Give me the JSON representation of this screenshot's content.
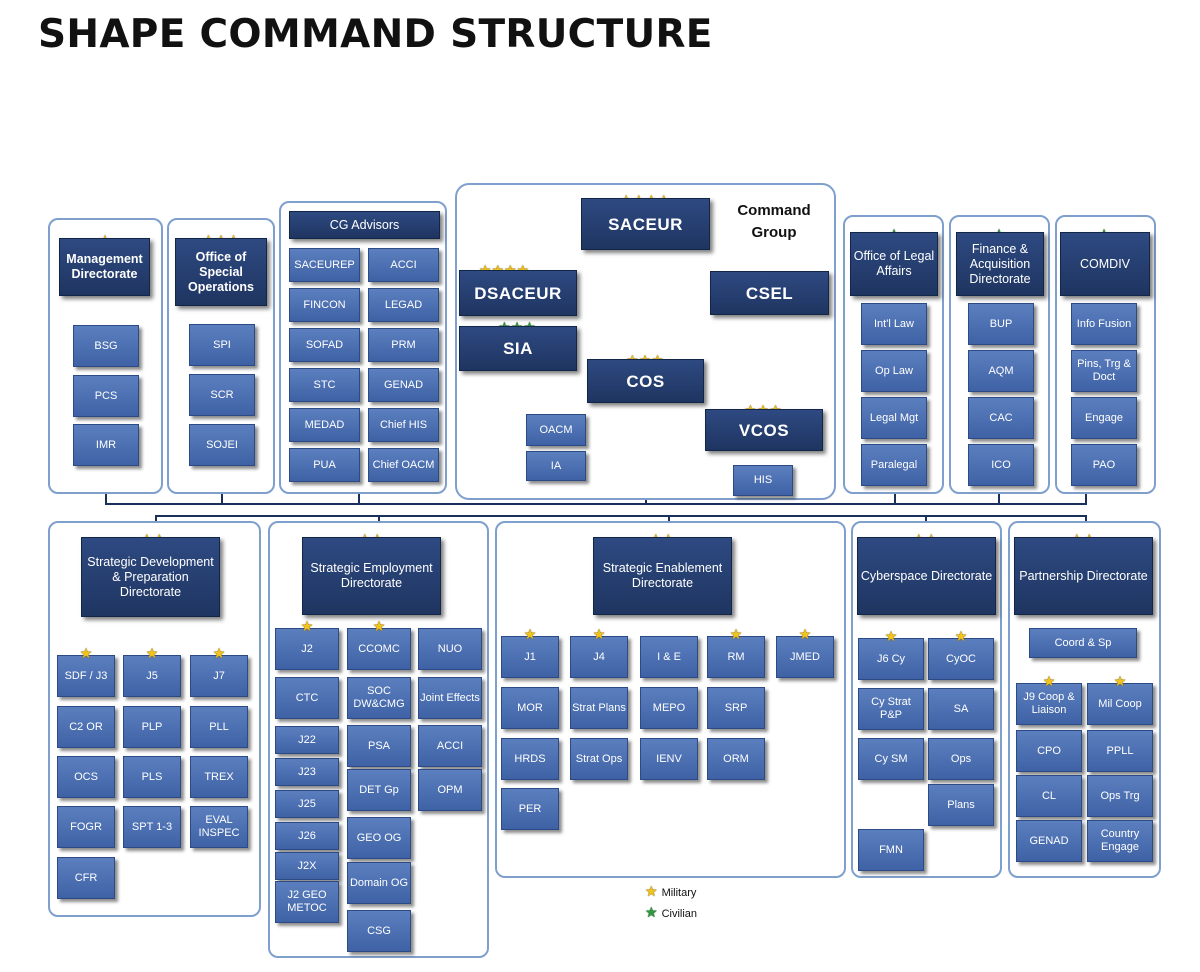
{
  "title": "SHAPE COMMAND STRUCTURE",
  "colors": {
    "military_star": "#f2c318",
    "civilian_star": "#2f9a3d",
    "box_fill": "#4a6fb1",
    "header_fill": "#26406f",
    "group_border": "#7f9fcd"
  },
  "legend": {
    "military": "Military",
    "civilian": "Civilian"
  },
  "top": {
    "management": {
      "title": "Management Directorate",
      "stars": "★",
      "units": [
        "BSG",
        "PCS",
        "IMR"
      ]
    },
    "special_ops": {
      "title": "Office of Special Operations",
      "stars": "★★★",
      "units": [
        "SPI",
        "SCR",
        "SOJEI"
      ]
    },
    "cg_advisors": {
      "title": "CG Advisors",
      "units": [
        "SACEUREP",
        "ACCI",
        "FINCON",
        "LEGAD",
        "SOFAD",
        "PRM",
        "STC",
        "GENAD",
        "MEDAD",
        "Chief HIS",
        "PUA",
        "Chief OACM"
      ]
    },
    "command_group": {
      "label": "Command Group",
      "saceur": "SACEUR",
      "saceur_stars": "★★★★",
      "dsaceur": "DSACEUR",
      "dsaceur_stars": "★★★★",
      "csel": "CSEL",
      "sia": "SIA",
      "sia_stars": "★★★",
      "cos": "COS",
      "cos_stars": "★★★",
      "vcos": "VCOS",
      "vcos_stars": "★★★",
      "oacm": "OACM",
      "ia": "IA",
      "his": "HIS"
    },
    "legal": {
      "title": "Office of Legal Affairs",
      "stars": "★",
      "units": [
        "Int'l Law",
        "Op Law",
        "Legal Mgt",
        "Paralegal"
      ]
    },
    "finance": {
      "title": "Finance & Acquisition Directorate",
      "stars": "★",
      "units": [
        "BUP",
        "AQM",
        "CAC",
        "ICO"
      ]
    },
    "comdiv": {
      "title": "COMDIV",
      "stars": "★",
      "units": [
        "Info Fusion",
        "Pins, Trg & Doct",
        "Engage",
        "PAO"
      ]
    }
  },
  "bottom": {
    "sdp": {
      "title": "Strategic Development & Preparation Directorate",
      "stars": "★★",
      "units": [
        {
          "l": "SDF / J3",
          "s": "★"
        },
        {
          "l": "J5",
          "s": "★"
        },
        {
          "l": "J7",
          "s": "★"
        },
        {
          "l": "C2 OR"
        },
        {
          "l": "PLP"
        },
        {
          "l": "PLL"
        },
        {
          "l": "OCS"
        },
        {
          "l": "PLS"
        },
        {
          "l": "TREX"
        },
        {
          "l": "FOGR"
        },
        {
          "l": "SPT 1-3"
        },
        {
          "l": "EVAL INSPEC"
        },
        {
          "l": "CFR"
        }
      ]
    },
    "sed": {
      "title": "Strategic Employment Directorate",
      "stars": "★★",
      "units": [
        {
          "l": "J2",
          "s": "★"
        },
        {
          "l": "CCOMC",
          "s": "★"
        },
        {
          "l": "NUO"
        },
        {
          "l": "CTC"
        },
        {
          "l": "SOC DW&CMG"
        },
        {
          "l": "Joint Effects"
        },
        {
          "l": "J22"
        },
        {
          "l": "PSA"
        },
        {
          "l": "ACCI"
        },
        {
          "l": "J23"
        },
        {
          "l": "DET Gp"
        },
        {
          "l": "OPM"
        },
        {
          "l": "J25"
        },
        {
          "l": "J26"
        },
        {
          "l": "GEO OG"
        },
        {
          "l": "J2X"
        },
        {
          "l": "Domain OG"
        },
        {
          "l": "J2 GEO METOC"
        },
        {
          "l": "CSG"
        }
      ]
    },
    "sen": {
      "title": "Strategic Enablement Directorate",
      "stars": "★★",
      "units": [
        {
          "l": "J1",
          "s": "★"
        },
        {
          "l": "J4",
          "s": "★"
        },
        {
          "l": "I & E"
        },
        {
          "l": "RM",
          "s": "★"
        },
        {
          "l": "JMED",
          "s": "★"
        },
        {
          "l": "MOR"
        },
        {
          "l": "Strat Plans"
        },
        {
          "l": "MEPO"
        },
        {
          "l": "SRP"
        },
        {
          "l": "HRDS"
        },
        {
          "l": "Strat Ops"
        },
        {
          "l": "IENV"
        },
        {
          "l": "ORM"
        },
        {
          "l": "PER"
        }
      ]
    },
    "cyber": {
      "title": "Cyberspace Directorate",
      "stars": "★★",
      "units": [
        {
          "l": "J6 Cy",
          "s": "★"
        },
        {
          "l": "CyOC",
          "s": "★"
        },
        {
          "l": "Cy Strat P&P"
        },
        {
          "l": "SA"
        },
        {
          "l": "Cy SM"
        },
        {
          "l": "Ops"
        },
        {
          "l": "Plans"
        },
        {
          "l": "FMN"
        }
      ]
    },
    "partner": {
      "title": "Partnership Directorate",
      "stars": "★★",
      "units": [
        {
          "l": "Coord & Sp"
        },
        {
          "l": "J9 Coop & Liaison",
          "s": "★"
        },
        {
          "l": "Mil Coop",
          "s": "★"
        },
        {
          "l": "CPO"
        },
        {
          "l": "PPLL"
        },
        {
          "l": "CL"
        },
        {
          "l": "Ops Trg"
        },
        {
          "l": "GENAD"
        },
        {
          "l": "Country Engage"
        }
      ]
    }
  }
}
